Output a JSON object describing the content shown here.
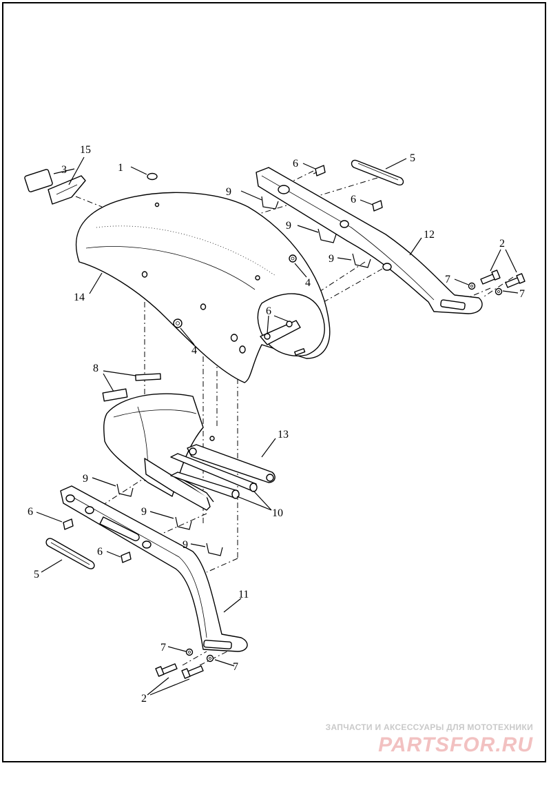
{
  "callouts": {
    "c1": "1",
    "c2a": "2",
    "c2b": "2",
    "c3": "3",
    "c4a": "4",
    "c4b": "4",
    "c5a": "5",
    "c5b": "5",
    "c6a": "6",
    "c6b": "6",
    "c6c": "6",
    "c6d": "6",
    "c6e": "6",
    "c7a": "7",
    "c7b": "7",
    "c7c": "7",
    "c7d": "7",
    "c8": "8",
    "c9a": "9",
    "c9b": "9",
    "c9c": "9",
    "c9d": "9",
    "c9e": "9",
    "c9f": "9",
    "c10": "10",
    "c11": "11",
    "c12": "12",
    "c13": "13",
    "c14": "14",
    "c15": "15"
  },
  "watermark": {
    "tagline": "ЗАПЧАСТИ И АКСЕССУАРЫ ДЛЯ МОТОТЕХНИКИ",
    "logo": "PARTSFOR.RU"
  }
}
